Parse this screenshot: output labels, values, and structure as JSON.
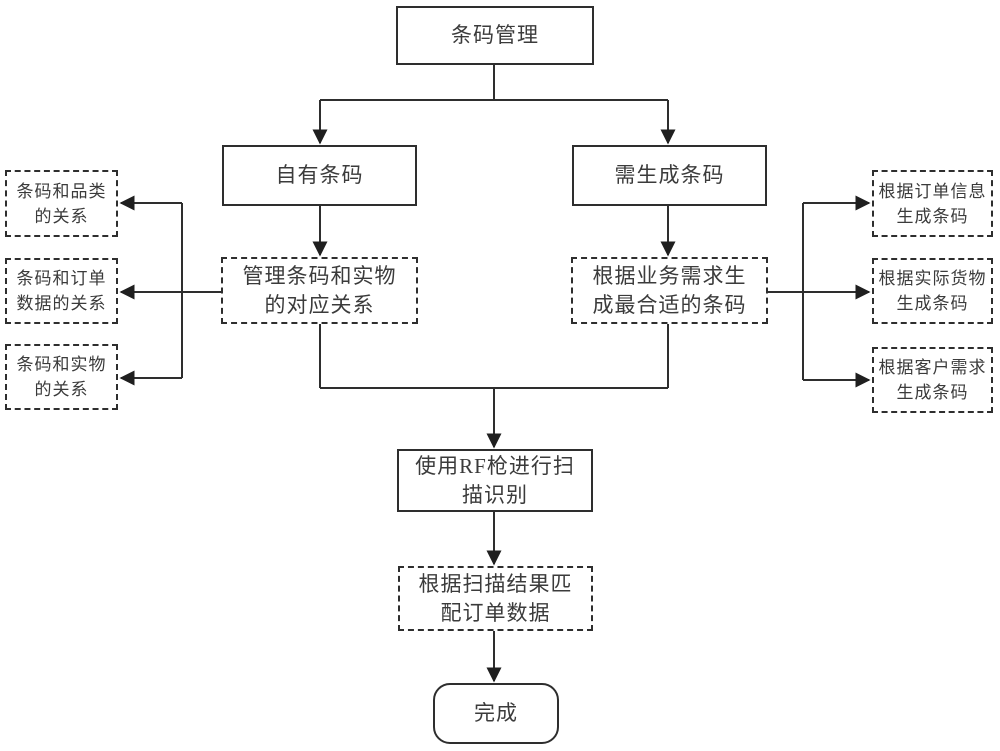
{
  "diagram": {
    "type": "flowchart",
    "colors": {
      "line": "#2e2e2e",
      "text": "#3b3b3b",
      "background": "#ffffff"
    },
    "nodes": {
      "root": {
        "label": "条码管理",
        "shape": "rect-solid"
      },
      "own": {
        "label": "自有条码",
        "shape": "rect-solid"
      },
      "need": {
        "label": "需生成条码",
        "shape": "rect-solid"
      },
      "manage": {
        "label": "管理条码和实物\n的对应关系",
        "shape": "rect-dashed"
      },
      "suitable": {
        "label": "根据业务需求生\n成最合适的条码",
        "shape": "rect-dashed"
      },
      "rel1": {
        "label": "条码和品类\n的关系",
        "shape": "rect-dashed"
      },
      "rel2": {
        "label": "条码和订单\n数据的关系",
        "shape": "rect-dashed"
      },
      "rel3": {
        "label": "条码和实物\n的关系",
        "shape": "rect-dashed"
      },
      "gen1": {
        "label": "根据订单信息\n生成条码",
        "shape": "rect-dashed"
      },
      "gen2": {
        "label": "根据实际货物\n生成条码",
        "shape": "rect-dashed"
      },
      "gen3": {
        "label": "根据客户需求\n生成条码",
        "shape": "rect-dashed"
      },
      "rf": {
        "label": "使用RF枪进行扫\n描识别",
        "shape": "rect-solid"
      },
      "match": {
        "label": "根据扫描结果匹\n配订单数据",
        "shape": "rect-dashed"
      },
      "done": {
        "label": "完成",
        "shape": "rounded"
      }
    },
    "edges": [
      "root -> own",
      "root -> need",
      "own -> manage",
      "need -> suitable",
      "manage -> rel1",
      "manage -> rel2",
      "manage -> rel3",
      "suitable -> gen1",
      "suitable -> gen2",
      "suitable -> gen3",
      "manage -> rf",
      "suitable -> rf",
      "rf -> match",
      "match -> done"
    ]
  }
}
